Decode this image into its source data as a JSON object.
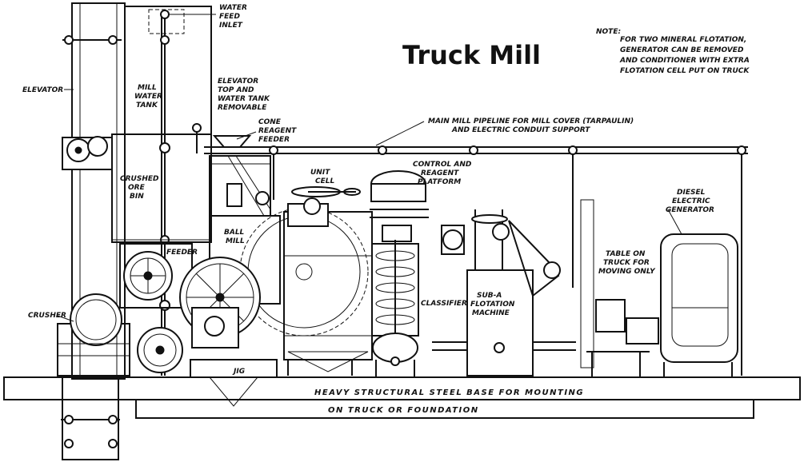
{
  "title": "Truck Mill",
  "note": {
    "heading": "NOTE:",
    "lines": [
      "FOR TWO MINERAL FLOTATION,",
      "GENERATOR CAN BE REMOVED",
      "AND CONDITIONER WITH EXTRA",
      "FLOTATION CELL PUT ON TRUCK"
    ]
  },
  "labels": {
    "water_feed_inlet": [
      "WATER",
      "FEED",
      "INLET"
    ],
    "elevator": "ELEVATOR",
    "mill_water_tank": [
      "MILL",
      "WATER",
      "TANK"
    ],
    "elevator_top": [
      "ELEVATOR",
      "TOP AND",
      "WATER TANK",
      "REMOVABLE"
    ],
    "cone_reagent_feeder": [
      "CONE",
      "REAGENT",
      "FEEDER"
    ],
    "main_pipeline": [
      "MAIN MILL PIPELINE FOR MILL COVER (TARPAULIN)",
      "AND ELECTRIC CONDUIT SUPPORT"
    ],
    "unit_cell": [
      "UNIT",
      "CELL"
    ],
    "control_platform": [
      "CONTROL AND",
      "REAGENT",
      "PLATFORM"
    ],
    "diesel_generator": [
      "DIESEL",
      "ELECTRIC",
      "GENERATOR"
    ],
    "crushed_ore_bin": [
      "CRUSHED",
      "ORE",
      "BIN"
    ],
    "ball_mill": [
      "BALL",
      "MILL"
    ],
    "feeder": "FEEDER",
    "table": [
      "TABLE ON",
      "TRUCK FOR",
      "MOVING ONLY"
    ],
    "classifier": "CLASSIFIER",
    "flotation": [
      "SUB-A",
      "FLOTATION",
      "MACHINE"
    ],
    "crusher": "CRUSHER",
    "jig": "JIG",
    "base_line1": "HEAVY  STRUCTURAL  STEEL  BASE  FOR  MOUNTING",
    "base_line2": "ON  TRUCK  OR  FOUNDATION"
  }
}
